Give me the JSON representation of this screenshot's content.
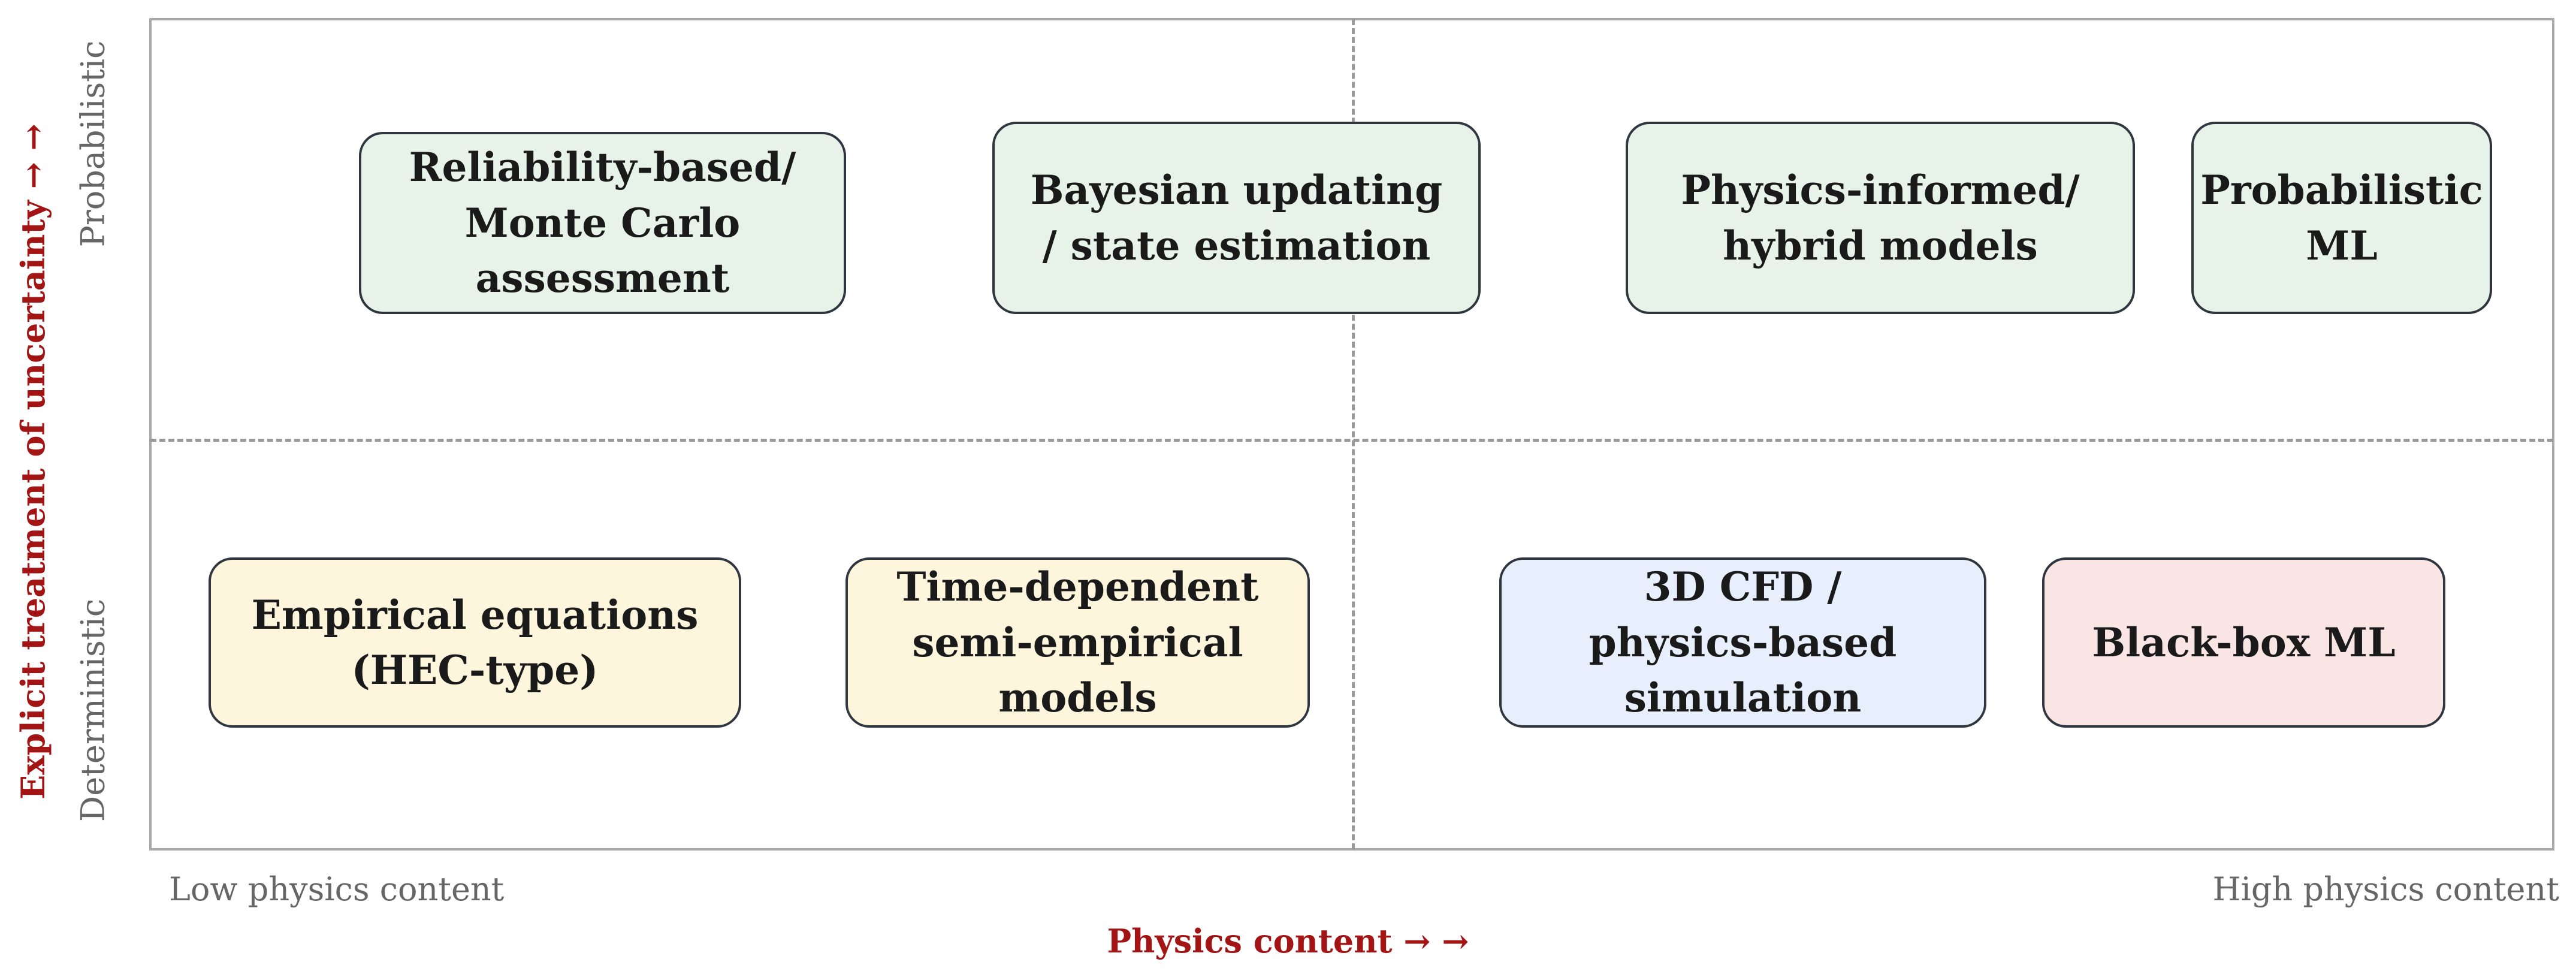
{
  "axes": {
    "y_title": "Explicit treatment of uncertainty → →",
    "y_top_label": "Probabilistic",
    "y_bottom_label": "Deterministic",
    "x_title": "Physics content → →",
    "x_left_label": "Low physics content",
    "x_right_label": "High physics content"
  },
  "quadrant_boxes": {
    "reliability": {
      "line1": "Reliability-based/",
      "line2": "Monte Carlo",
      "line3": "assessment"
    },
    "bayesian": {
      "line1": "Bayesian updating",
      "line2": "/ state estimation"
    },
    "physics_informed": {
      "line1": "Physics-informed/",
      "line2": "hybrid models"
    },
    "probabilistic_ml": {
      "line1": "Probabilistic",
      "line2": "ML"
    },
    "empirical": {
      "line1": "Empirical equations",
      "line2": "(HEC-type)"
    },
    "time_dependent": {
      "line1": "Time-dependent",
      "line2": "semi-empirical",
      "line3": "models"
    },
    "cfd": {
      "line1": "3D CFD /",
      "line2": "physics-based",
      "line3": "simulation"
    },
    "black_box": {
      "line1": "Black-box ML"
    }
  },
  "colors": {
    "probabilistic_fill": "#e7f3e8",
    "semi_empirical_fill": "#fdf6dd",
    "physics_based_fill": "#e6effb",
    "black_box_fill": "#fae5e5",
    "axis_title_color": "#a31515"
  }
}
